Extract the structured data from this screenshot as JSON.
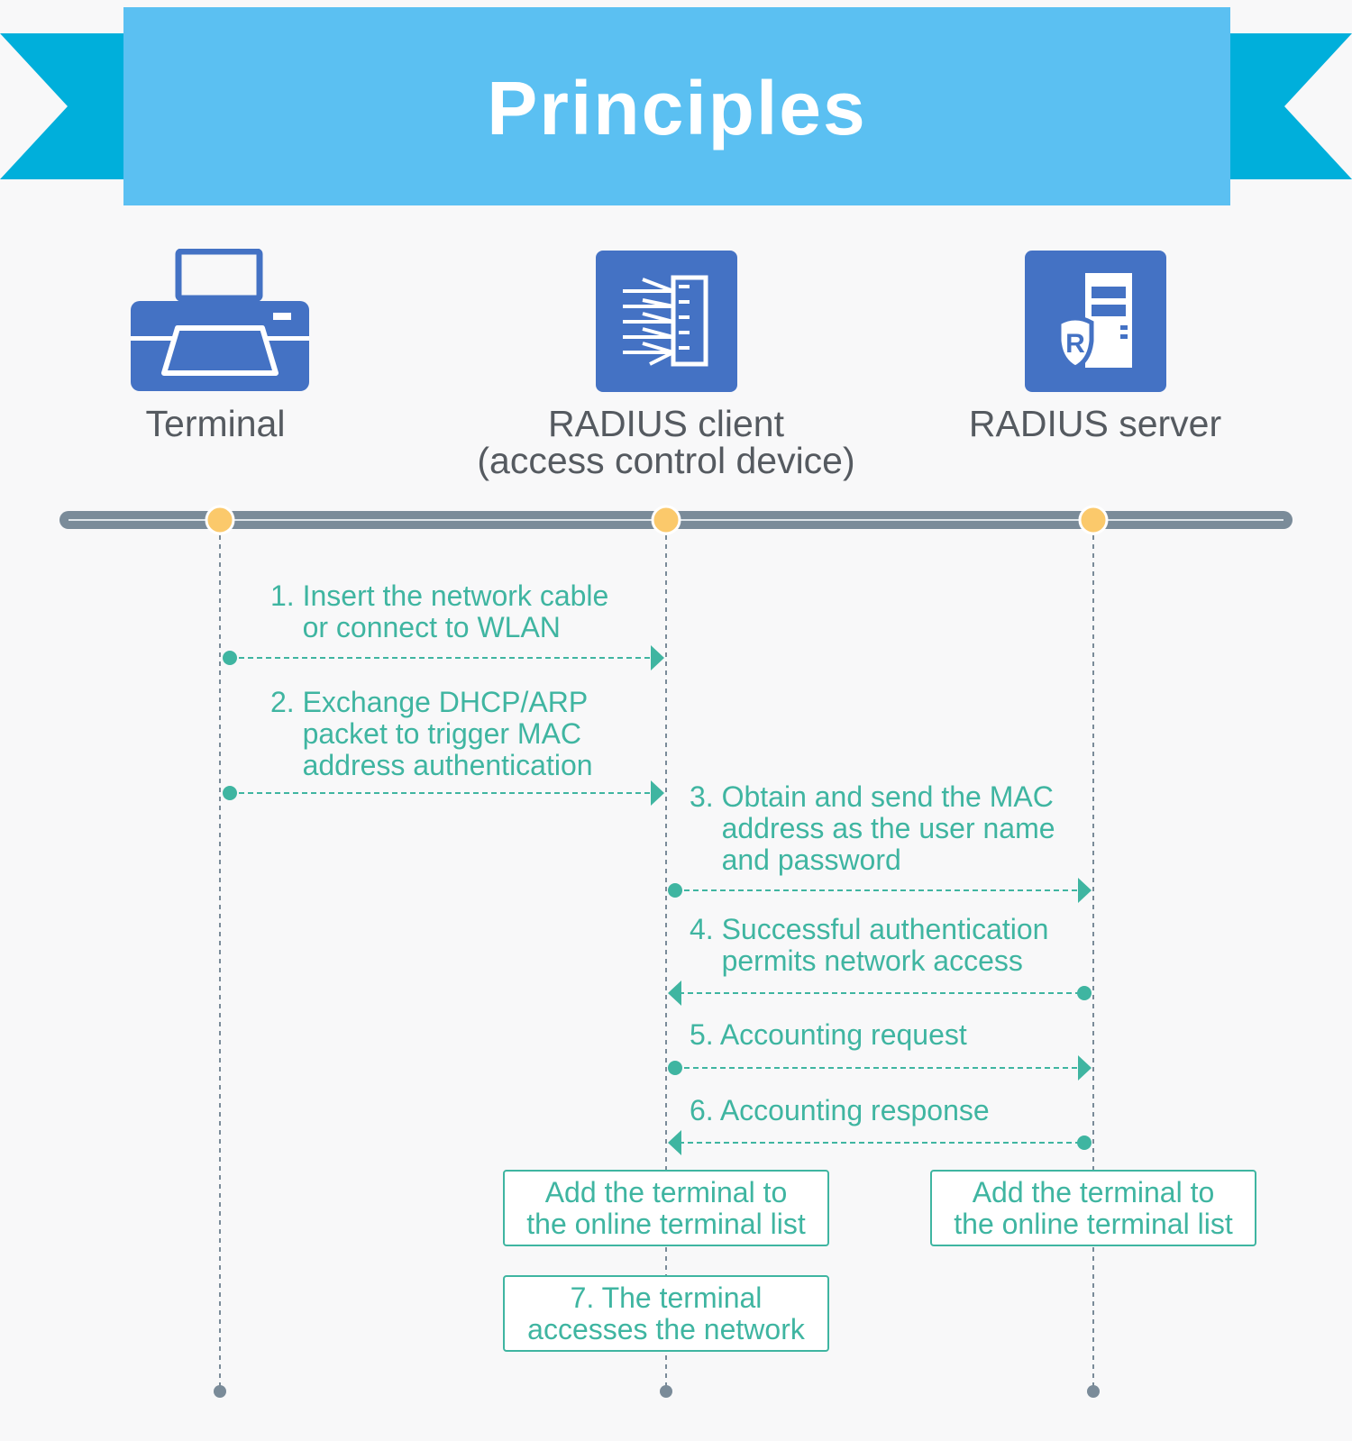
{
  "title": "Principles",
  "actors": [
    {
      "id": "terminal",
      "label": "Terminal",
      "icon": "printer-icon"
    },
    {
      "id": "client",
      "label": "RADIUS client\n(access control device)",
      "icon": "access-control-device-icon"
    },
    {
      "id": "server",
      "label": "RADIUS server",
      "icon": "radius-server-icon",
      "icon_letter": "R"
    }
  ],
  "steps": [
    {
      "from": "terminal",
      "to": "client",
      "text": "1. Insert the network cable\n    or connect to WLAN"
    },
    {
      "from": "terminal",
      "to": "client",
      "text": "2. Exchange DHCP/ARP\n    packet to trigger MAC\n    address authentication"
    },
    {
      "from": "client",
      "to": "server",
      "text": "3. Obtain and send the MAC\n    address as the user name\n    and password"
    },
    {
      "from": "server",
      "to": "client",
      "text": "4. Successful authentication\n    permits network access"
    },
    {
      "from": "client",
      "to": "server",
      "text": "5. Accounting request"
    },
    {
      "from": "server",
      "to": "client",
      "text": "6. Accounting response"
    }
  ],
  "notes": [
    {
      "actor": "client",
      "text": "Add the terminal to\nthe online terminal list"
    },
    {
      "actor": "server",
      "text": "Add the terminal to\nthe online terminal list"
    },
    {
      "actor": "client",
      "text": "7. The terminal\naccesses the network"
    }
  ],
  "colors": {
    "banner": "#5bc0f2",
    "banner_tail": "#00afdb",
    "icon_tile": "#4472c4",
    "timeline": "#7a8b99",
    "node": "#fbc96b",
    "message": "#3fb5a1",
    "lifeline": "#7a8b99"
  }
}
